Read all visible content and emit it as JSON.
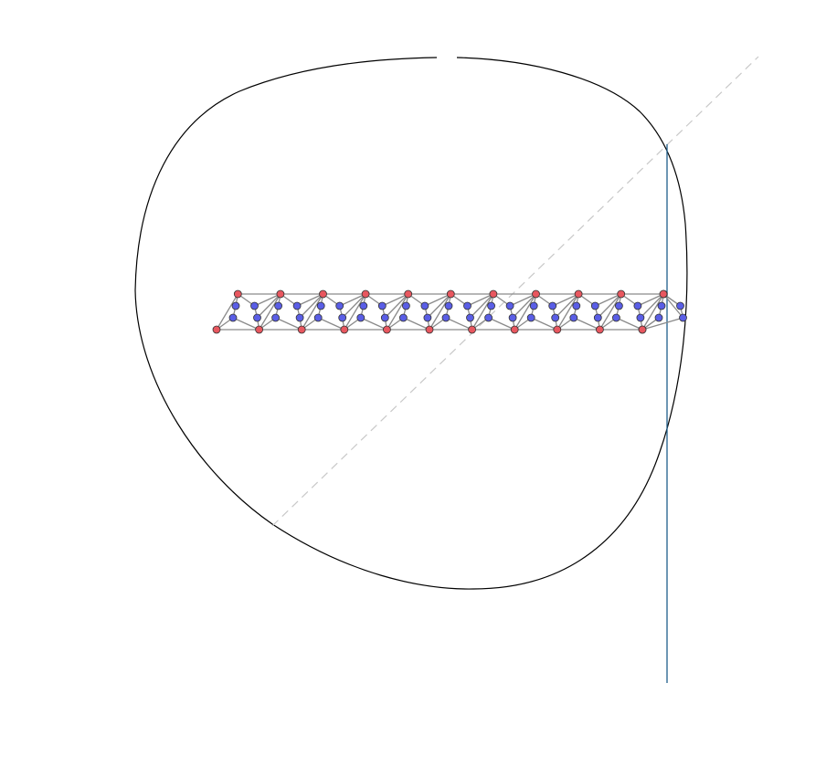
{
  "colors": {
    "background": "#ffffff",
    "loop_outline": "#000000",
    "vertical_line": "#1f5f8b",
    "diagonal_dashed": "#c8c8c8",
    "bond": "#8a8a8a",
    "outer_atom_fill": "#e8575f",
    "inner_atom_fill": "#5a5ee6",
    "atom_stroke": "#333333"
  },
  "chain": {
    "repeat_units": 11,
    "atoms_per_unit_outer": 2,
    "atoms_per_unit_inner": 4
  }
}
